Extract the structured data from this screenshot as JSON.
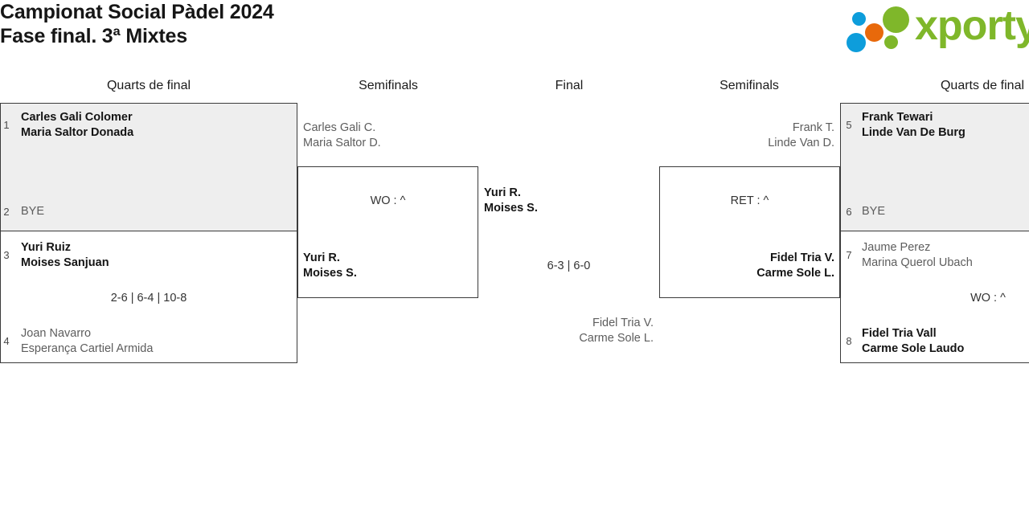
{
  "header": {
    "title": "Campionat Social Pàdel 2024\nFase final. 3ª Mixtes",
    "brand": {
      "name": "xporty",
      "colors": {
        "green": "#7fb72a",
        "blue": "#0d9ddb",
        "orange": "#e8690b"
      }
    }
  },
  "rounds": [
    {
      "id": "qf-left",
      "label": "Quarts de final"
    },
    {
      "id": "sf-left",
      "label": "Semifinals"
    },
    {
      "id": "final",
      "label": "Final"
    },
    {
      "id": "sf-right",
      "label": "Semifinals"
    },
    {
      "id": "qf-right",
      "label": "Quarts de final"
    }
  ],
  "matches": {
    "qf_left_top": {
      "seed_a": "1",
      "team_a_line1": "Carles Gali Colomer",
      "team_a_line2": "Maria Saltor Donada",
      "seed_b": "2",
      "team_b_line1": "BYE",
      "score": ""
    },
    "qf_left_bottom": {
      "seed_a": "3",
      "team_a_line1": "Yuri Ruiz",
      "team_a_line2": "Moises Sanjuan",
      "seed_b": "4",
      "team_b_line1": "Joan Navarro",
      "team_b_line2": "Esperança Cartiel Armida",
      "score": "2-6 | 6-4 | 10-8"
    },
    "sf_left": {
      "team_a_line1": "Carles Gali C.",
      "team_a_line2": "Maria Saltor D.",
      "team_b_line1": "Yuri R.",
      "team_b_line2": "Moises S.",
      "score": "WO : ^"
    },
    "final": {
      "team_a_line1": "Yuri R.",
      "team_a_line2": "Moises S.",
      "team_b_line1": "Fidel Tria V.",
      "team_b_line2": "Carme Sole L.",
      "score": "6-3 | 6-0"
    },
    "sf_right": {
      "team_a_line1": "Frank T.",
      "team_a_line2": "Linde Van D.",
      "team_b_line1": "Fidel Tria V.",
      "team_b_line2": "Carme Sole L.",
      "score": "RET : ^"
    },
    "qf_right_top": {
      "seed_a": "5",
      "team_a_line1": "Frank Tewari",
      "team_a_line2": "Linde Van De Burg",
      "seed_b": "6",
      "team_b_line1": "BYE",
      "score": ""
    },
    "qf_right_bottom": {
      "seed_a": "7",
      "team_a_line1": "Jaume Perez",
      "team_a_line2": "Marina Querol Ubach",
      "seed_b": "8",
      "team_b_line1": "Fidel Tria Vall",
      "team_b_line2": "Carme Sole Laudo",
      "score": "WO : ^"
    }
  }
}
